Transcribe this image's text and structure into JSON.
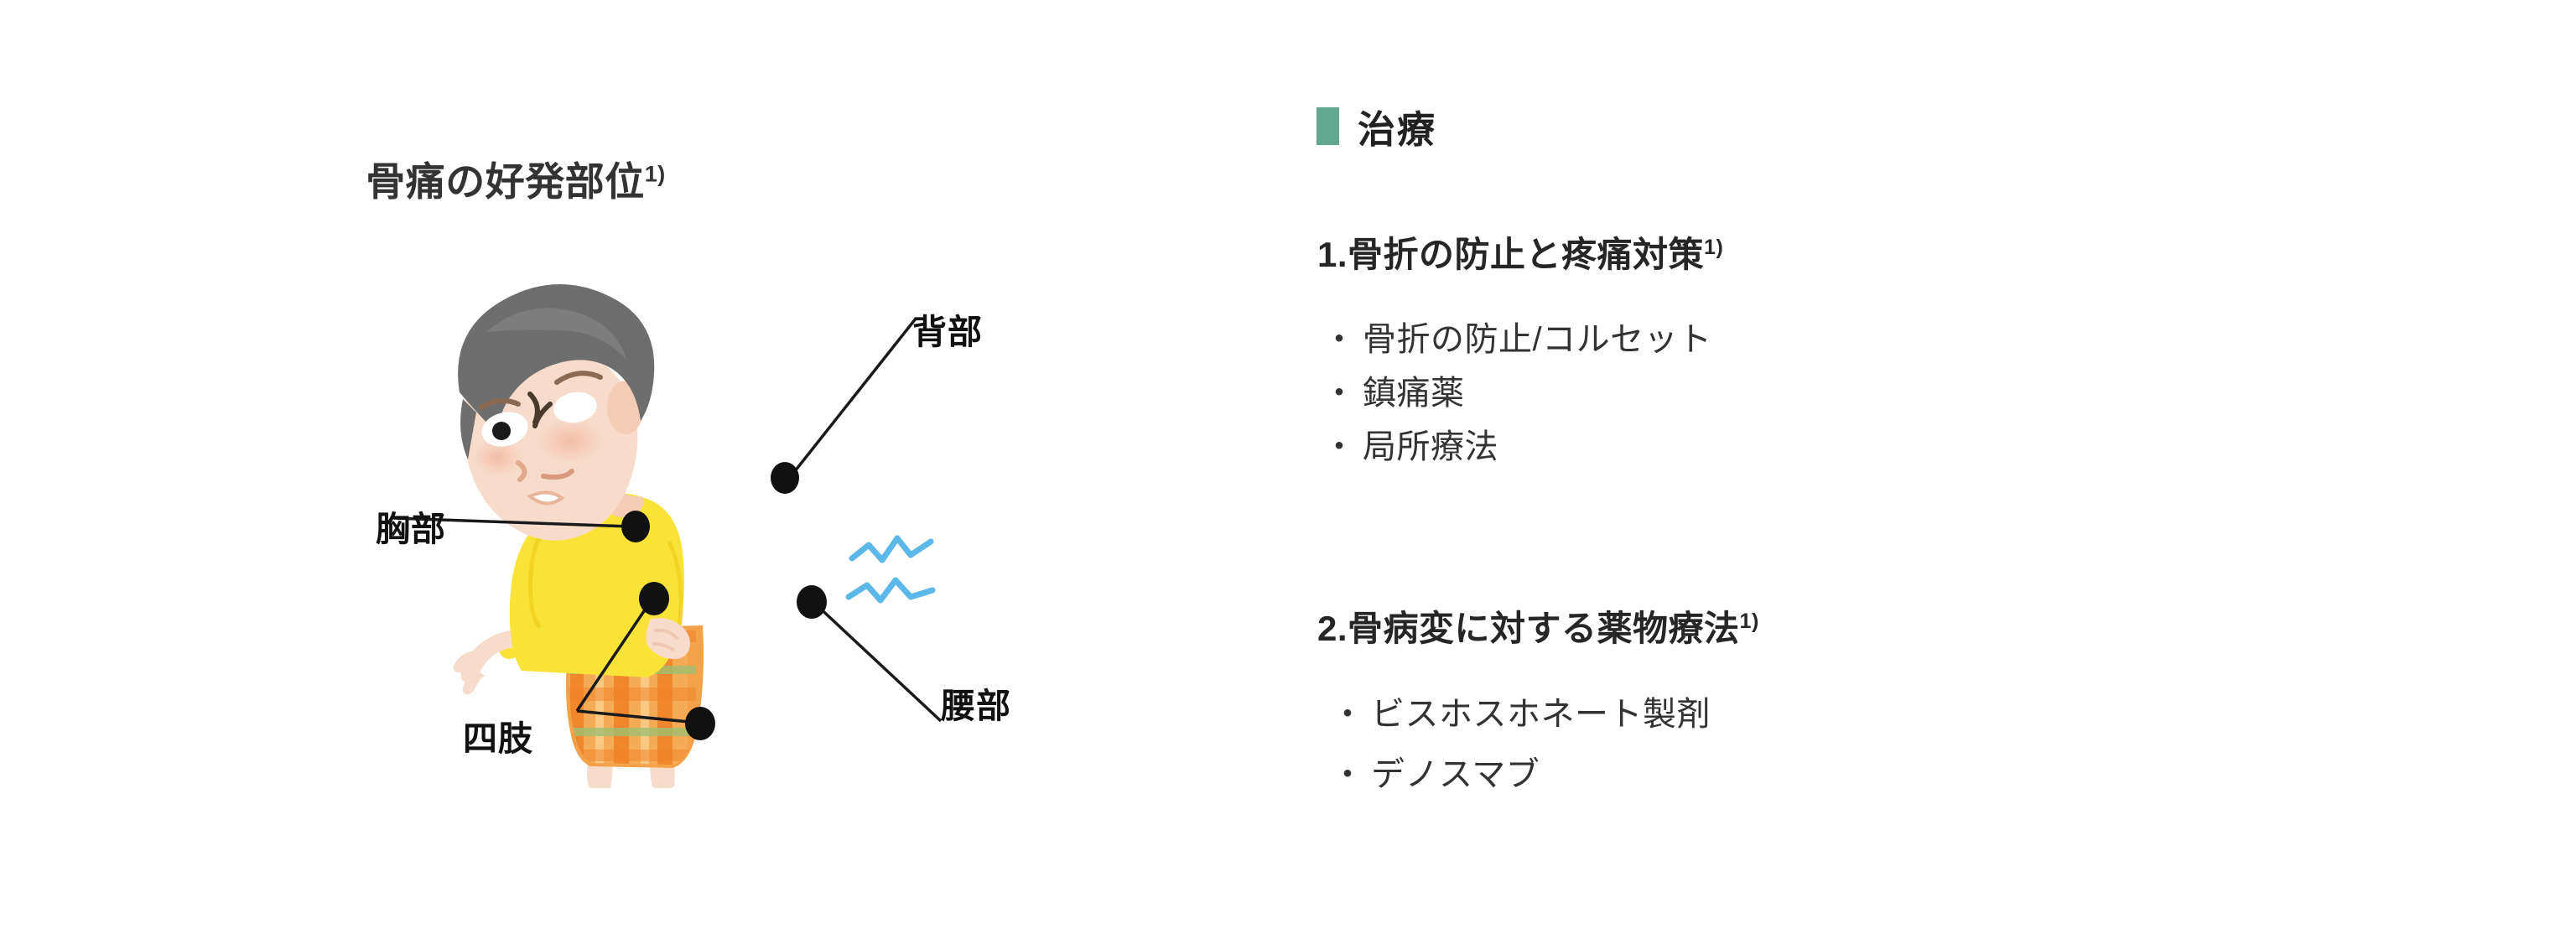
{
  "figure": {
    "title": "骨痛の好発部位",
    "title_superscript": "1)",
    "labels": {
      "back": "背部",
      "chest": "胸部",
      "lower_back": "腰部",
      "limbs": "四肢"
    },
    "illustration_alt": "腰をかがめて痛みをこらえる高齢男性のイラスト",
    "colors": {
      "hair": "#6e6e6e",
      "skin": "#f6dfcf",
      "shirt": "#fae338",
      "pants": "#f08a2a",
      "pain_mark": "#5bb8e8",
      "marker_dot": "#111111",
      "leader_line": "#1a1a1a"
    }
  },
  "treatment": {
    "header": {
      "marker_icon": "green-square-icon",
      "marker_color": "#62a890",
      "title": "治療"
    },
    "sections": [
      {
        "number": "1.",
        "heading": "骨折の防止と疼痛対策",
        "heading_superscript": "1)",
        "bullet_glyph": "・",
        "items": [
          "骨折の防止/コルセット",
          "鎮痛薬",
          "局所療法"
        ]
      },
      {
        "number": "2.",
        "heading": "骨病変に対する薬物療法",
        "heading_superscript": "1)",
        "bullet_glyph": "・",
        "items": [
          "ビスホスホネート製剤",
          "デノスマブ"
        ]
      }
    ]
  }
}
